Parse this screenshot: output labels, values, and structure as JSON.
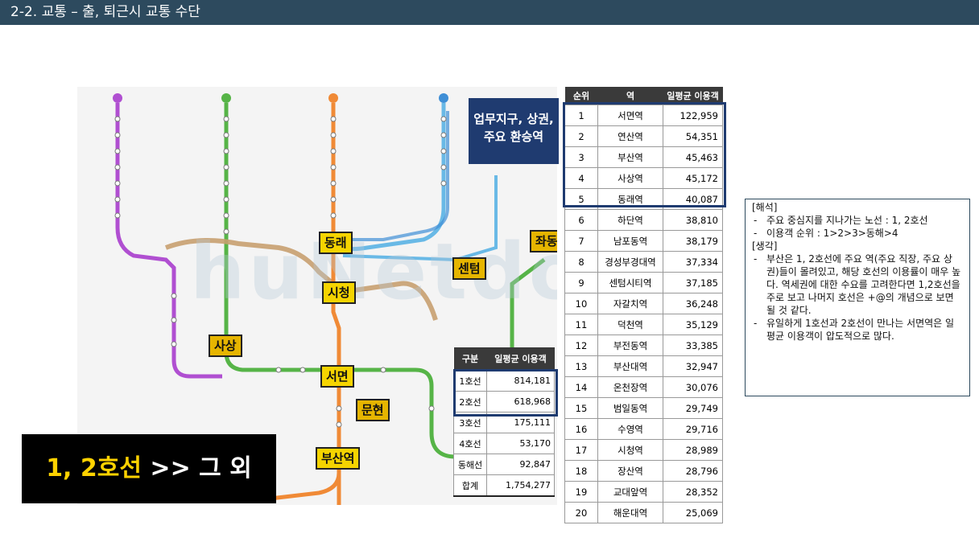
{
  "header": {
    "title": "2-2. 교통 – 출, 퇴근시 교통 수단"
  },
  "map": {
    "stations": [
      "동래",
      "시청",
      "서면",
      "사상",
      "센텀",
      "좌동",
      "문현",
      "부산역"
    ],
    "callout": [
      "업무지구, 상권,",
      "주요 환승역"
    ],
    "watermark": "huNetdo",
    "headline": {
      "highlight": "1, 2호선",
      "rest": " >> 그 외"
    }
  },
  "line_table": {
    "headers": [
      "구분",
      "일평균 이용객"
    ],
    "rows": [
      [
        "1호선",
        "814,181"
      ],
      [
        "2호선",
        "618,968"
      ],
      [
        "3호선",
        "175,111"
      ],
      [
        "4호선",
        "53,170"
      ],
      [
        "동해선",
        "92,847"
      ],
      [
        "합계",
        "1,754,277"
      ]
    ]
  },
  "rank_table": {
    "headers": [
      "순위",
      "역",
      "일평균 이용객"
    ],
    "rows": [
      [
        "1",
        "서면역",
        "122,959"
      ],
      [
        "2",
        "연산역",
        "54,351"
      ],
      [
        "3",
        "부산역",
        "45,463"
      ],
      [
        "4",
        "사상역",
        "45,172"
      ],
      [
        "5",
        "동래역",
        "40,087"
      ],
      [
        "6",
        "하단역",
        "38,810"
      ],
      [
        "7",
        "남포동역",
        "38,179"
      ],
      [
        "8",
        "경성부경대역",
        "37,334"
      ],
      [
        "9",
        "센텀시티역",
        "37,185"
      ],
      [
        "10",
        "자갈치역",
        "36,248"
      ],
      [
        "11",
        "덕천역",
        "35,129"
      ],
      [
        "12",
        "부전동역",
        "33,385"
      ],
      [
        "13",
        "부산대역",
        "32,947"
      ],
      [
        "14",
        "온천장역",
        "30,076"
      ],
      [
        "15",
        "범일동역",
        "29,749"
      ],
      [
        "16",
        "수영역",
        "29,716"
      ],
      [
        "17",
        "시청역",
        "28,989"
      ],
      [
        "18",
        "장산역",
        "28,796"
      ],
      [
        "19",
        "교대앞역",
        "28,352"
      ],
      [
        "20",
        "해운대역",
        "25,069"
      ]
    ]
  },
  "notes": {
    "interpretation_title": "[해석]",
    "interpretation": [
      "주요 중심지를 지나가는 노선 : 1, 2호선",
      "이용객 순위 : 1>2>3>동해>4"
    ],
    "thoughts_title": "[생각]",
    "thoughts": [
      "부산은 1, 2호선에 주요 역(주요 직장, 주요 상권)들이 몰려있고, 해당 호선의 이용률이 매우 높다. 역세권에 대한 수요를 고려한다면 1,2호선을 주로 보고 나머지 호선은 +@의 개념으로 보면 될 것 같다.",
      "유일하게 1호선과 2호선이 만나는 서면역은 일평균 이용객이 압도적으로 많다."
    ]
  },
  "colors": {
    "header_bg": "#2d4a5e",
    "line1": "#f08a36",
    "line2": "#56b447",
    "line3": "#c8a070",
    "line4": "#3f8fd6",
    "busan_gimhae": "#b04fd1",
    "donghae": "#69b9e6",
    "highlight_box": "#1f3b70",
    "station_tag": "#f5d400"
  }
}
